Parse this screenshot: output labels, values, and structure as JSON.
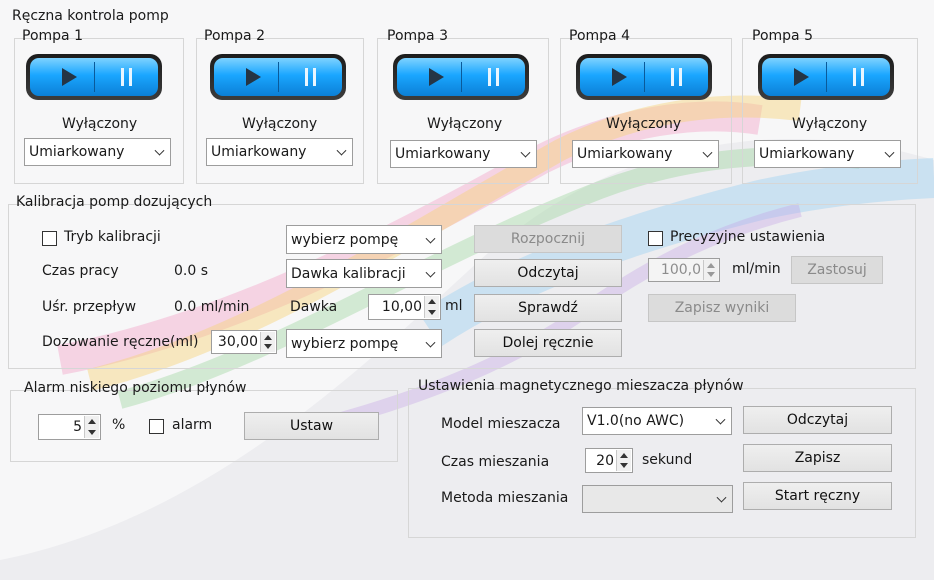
{
  "manual": {
    "title": "Ręczna kontrola pomp",
    "pumps": [
      {
        "title": "Pompa 1",
        "status": "Wyłączony",
        "mode": "Umiarkowany"
      },
      {
        "title": "Pompa 2",
        "status": "Wyłączony",
        "mode": "Umiarkowany"
      },
      {
        "title": "Pompa 3",
        "status": "Wyłączony",
        "mode": "Umiarkowany"
      },
      {
        "title": "Pompa 4",
        "status": "Wyłączony",
        "mode": "Umiarkowany"
      },
      {
        "title": "Pompa 5",
        "status": "Wyłączony",
        "mode": "Umiarkowany"
      }
    ]
  },
  "calibration": {
    "title": "Kalibracja pomp dozujących",
    "mode_label": "Tryb kalibracji",
    "work_time_label": "Czas pracy",
    "work_time_value": "0.0 s",
    "avg_flow_label": "Uśr. przepływ",
    "avg_flow_value": "0.0 ml/min",
    "manual_dose_label": "Dozowanie ręczne(ml)",
    "manual_dose_value": "30,00",
    "pump_select_1": "wybierz pompę",
    "dose_type_select": "Dawka kalibracji",
    "dose_label": "Dawka",
    "dose_value": "10,00",
    "dose_unit": "ml",
    "pump_select_2": "wybierz pompę",
    "start_button": "Rozpocznij",
    "read_button": "Odczytaj",
    "check_button": "Sprawdź",
    "manual_fill_button": "Dolej ręcznie",
    "precise_label": "Precyzyjne ustawienia",
    "precise_value": "100,0",
    "precise_unit": "ml/min",
    "apply_button": "Zastosuj",
    "save_results_button": "Zapisz wyniki"
  },
  "alarm": {
    "title": "Alarm niskiego poziomu płynów",
    "value": "5",
    "unit": "%",
    "alarm_label": "alarm",
    "set_button": "Ustaw"
  },
  "mixer": {
    "title": "Ustawienia magnetycznego mieszacza płynów",
    "model_label": "Model mieszacza",
    "model_value": "V1.0(no AWC)",
    "time_label": "Czas mieszania",
    "time_value": "20",
    "time_unit": "sekund",
    "method_label": "Metoda mieszania",
    "method_value": "",
    "read_button": "Odczytaj",
    "save_button": "Zapisz",
    "manual_start_button": "Start ręczny"
  }
}
